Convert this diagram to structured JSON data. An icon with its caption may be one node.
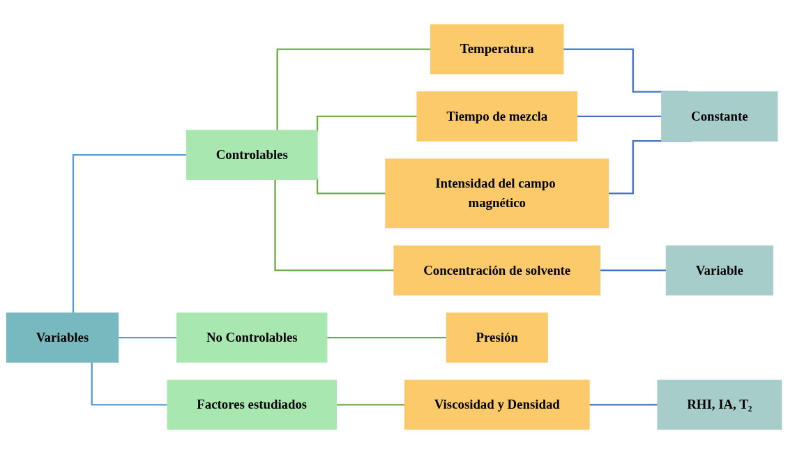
{
  "diagram": {
    "nodes": [
      {
        "text": [
          "Variables"
        ]
      },
      {
        "text": [
          "Controlables"
        ]
      },
      {
        "text": [
          "No Controlables"
        ]
      },
      {
        "text": [
          "Factores estudiados"
        ]
      },
      {
        "text": [
          "Temperatura"
        ]
      },
      {
        "text": [
          "Tiempo de mezcla"
        ]
      },
      {
        "text": [
          "Intensidad del campo magnético"
        ]
      },
      {
        "text": [
          "Concentración de solvente"
        ]
      },
      {
        "text": [
          "Presión"
        ]
      },
      {
        "text": [
          "Viscosidad y Densidad"
        ]
      },
      {
        "text": [
          "Constante"
        ]
      },
      {
        "text": [
          "Variable"
        ]
      },
      {
        "text": [
          "RHI, IA, T₂"
        ]
      }
    ],
    "edges": [
      {
        "from": 0,
        "to": 1,
        "arrow": "none",
        "color": "#5b9bd5"
      },
      {
        "from": 0,
        "to": 2,
        "arrow": "none",
        "color": "#5b9bd5"
      },
      {
        "from": 0,
        "to": 3,
        "arrow": "none",
        "color": "#5b9bd5"
      },
      {
        "from": 1,
        "to": 4,
        "arrow": "none"
      },
      {
        "from": 1,
        "to": 5,
        "arrow": "none"
      },
      {
        "from": 1,
        "to": 6,
        "arrow": "none"
      },
      {
        "from": 1,
        "to": 7,
        "arrow": "none"
      },
      {
        "from": 2,
        "to": 8,
        "arrow": "none"
      },
      {
        "from": 3,
        "to": 9,
        "arrow": "none"
      },
      {
        "from": 4,
        "to": 10,
        "arrow": "none",
        "color": "#4472c4"
      },
      {
        "from": 5,
        "to": 10,
        "arrow": "none",
        "color": "#4472c4"
      },
      {
        "from": 6,
        "to": 10,
        "arrow": "none",
        "color": "#4472c4"
      },
      {
        "from": 7,
        "to": 11,
        "arrow": "none",
        "color": "#4472c4"
      },
      {
        "from": 9,
        "to": 12,
        "arrow": "none",
        "color": "#4472c4"
      }
    ]
  }
}
